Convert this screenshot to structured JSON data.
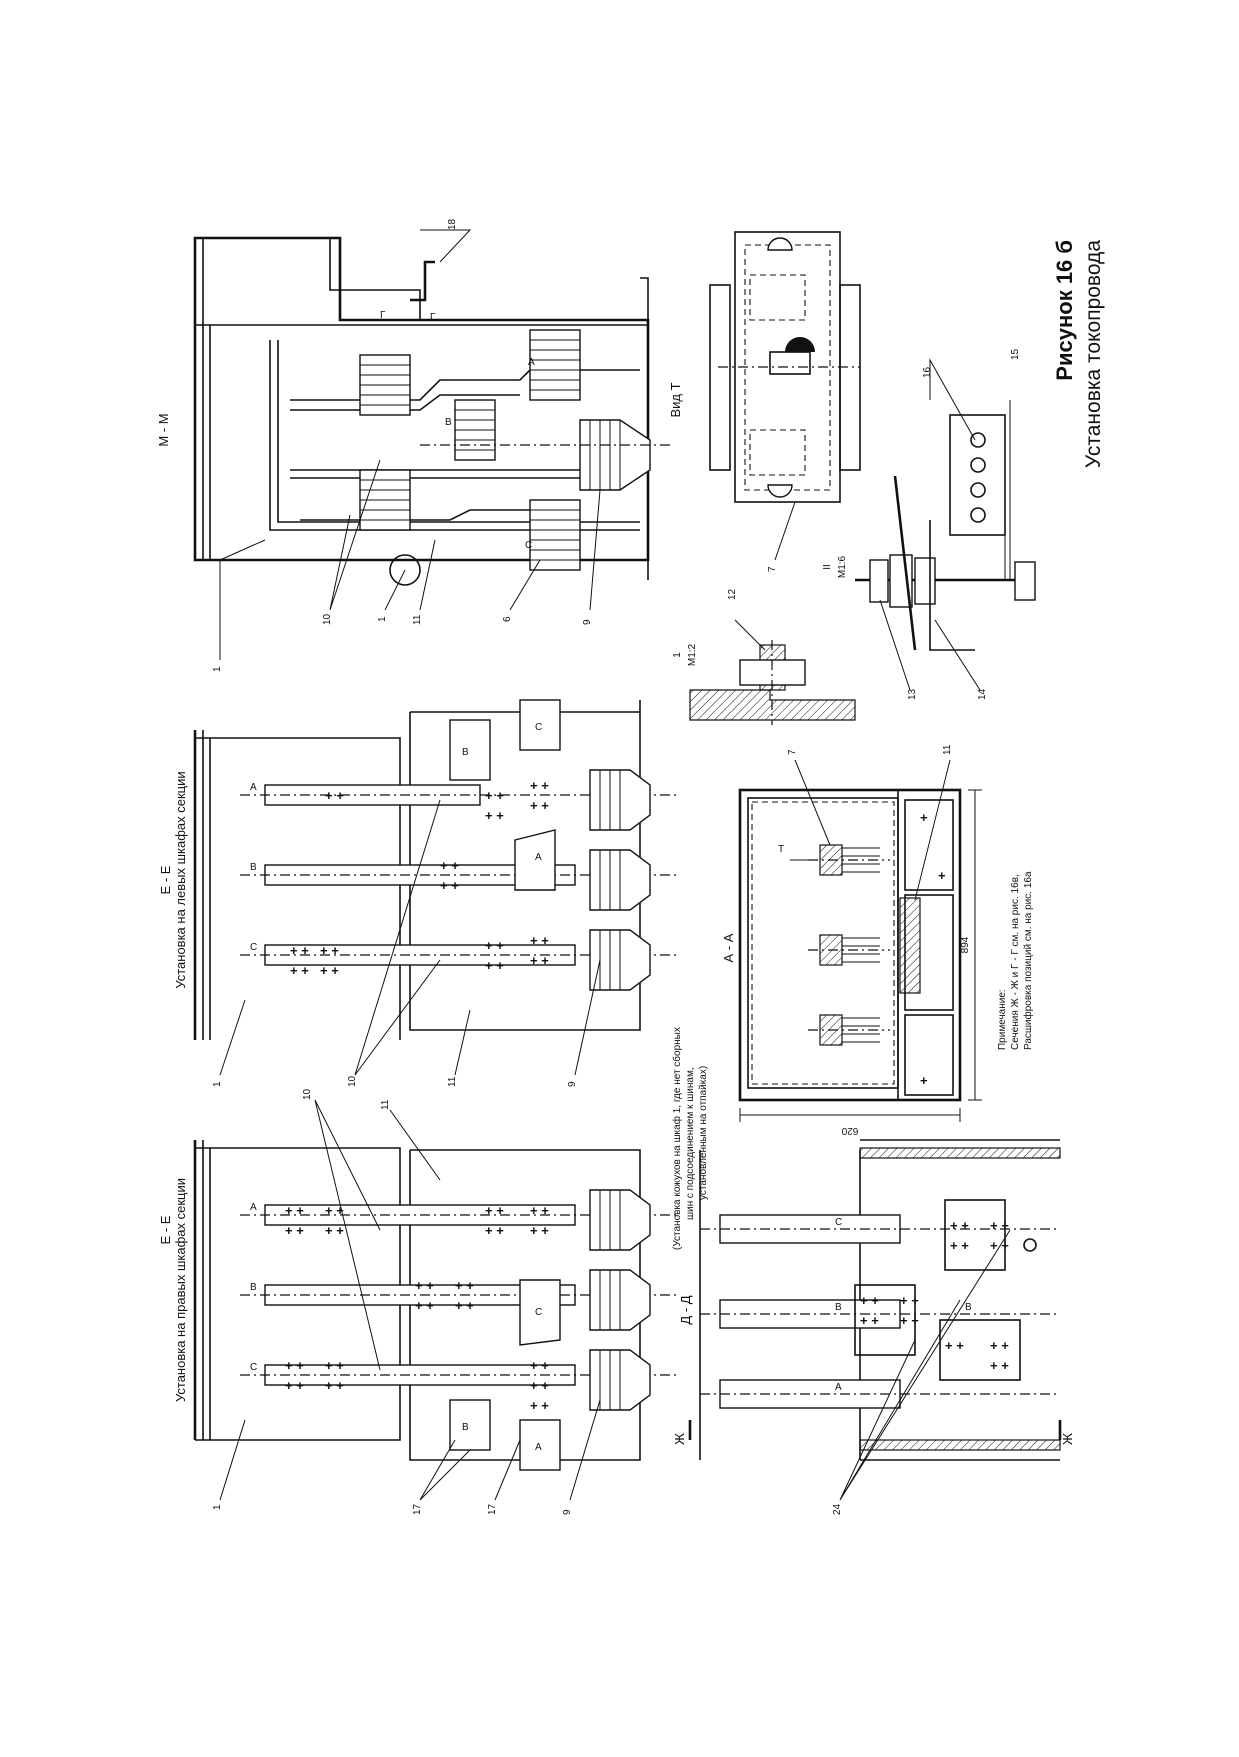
{
  "figure": {
    "number": "Рисунок 16 б",
    "caption": "Установка токопровода"
  },
  "views": {
    "mm": {
      "title": "М - М",
      "view_t": "Вид Т",
      "phase_a": "А",
      "phase_b": "В",
      "phase_c": "С",
      "g": "Г"
    },
    "ee_left": {
      "title": "Е - Е",
      "subtitle": "Установка на левых шкафах секции",
      "phase_a": "А",
      "phase_b": "В",
      "phase_c": "С"
    },
    "ee_right": {
      "title": "Е - Е",
      "subtitle": "Установка на правых шкафах секции",
      "phase_a": "А",
      "phase_b": "В",
      "phase_c": "С"
    },
    "aa": {
      "title": "А - А",
      "t": "Т",
      "dim_width": "620",
      "dim_height": "894"
    },
    "dd": {
      "title": "Д - Д",
      "zh": "Ж",
      "phase_a": "А",
      "phase_b": "В",
      "phase_c": "С"
    },
    "detail_1": {
      "num": "1",
      "scale": "М1:2"
    },
    "detail_2": {
      "num": "II",
      "scale": "М1:6"
    }
  },
  "positions": [
    "1",
    "6",
    "7",
    "9",
    "10",
    "11",
    "12",
    "13",
    "14",
    "15",
    "16",
    "17",
    "18",
    "24"
  ],
  "notes": {
    "housing_note_line1": "(Установка кожухов на шкаф 1, где нет сборных",
    "housing_note_line2": "шин с подсоединением к шинам,",
    "housing_note_line3": "установленным на отпайках)",
    "remark_title": "Примечание:",
    "remark_line1": "Сечения Ж - Ж и Г - Г см. на рис. 16в,",
    "remark_line2": "Расшифровка позиций см. на рис. 16а"
  }
}
